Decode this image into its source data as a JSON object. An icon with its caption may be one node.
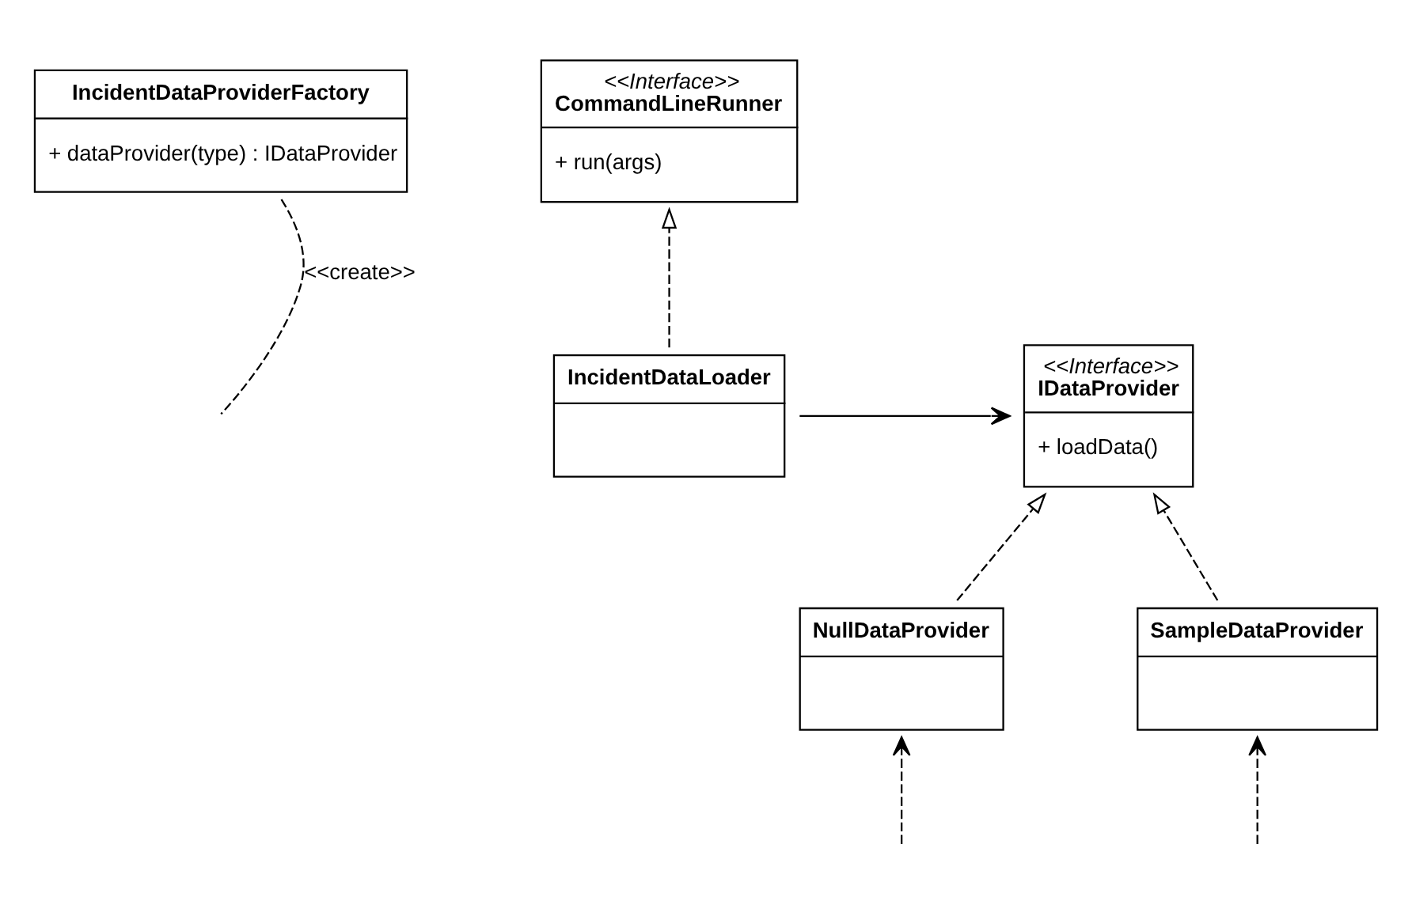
{
  "diagram": {
    "nodes": [
      {
        "text": [
          "IncidentDataProviderFactory",
          "+ dataProvider(type) : IDataProvider"
        ]
      },
      {
        "text": [
          "<<Interface>>",
          "CommandLineRunner",
          "+ run(args)"
        ]
      },
      {
        "text": [
          "<<Interface>>",
          "IDataProvider",
          "+ loadData()"
        ]
      },
      {
        "text": [
          "IncidentDataLoader"
        ]
      },
      {
        "text": [
          "NullDataProvider"
        ]
      },
      {
        "text": [
          "SampleDataProvider"
        ]
      }
    ],
    "edges": [
      {
        "from": 3,
        "to": 1,
        "arrow": "to",
        "style": "dashed"
      },
      {
        "from": 3,
        "to": 2,
        "arrow": "to"
      },
      {
        "from": 4,
        "to": 2,
        "arrow": "to",
        "style": "dashed"
      },
      {
        "from": 5,
        "to": 2,
        "arrow": "to",
        "style": "dashed"
      },
      {
        "from": 0,
        "to": null,
        "arrow": "none",
        "style": "dashed",
        "label": "<<create>>"
      },
      {
        "from": null,
        "to": 4,
        "arrow": "to",
        "style": "dashed"
      },
      {
        "from": null,
        "to": 5,
        "arrow": "to",
        "style": "dashed"
      }
    ]
  }
}
